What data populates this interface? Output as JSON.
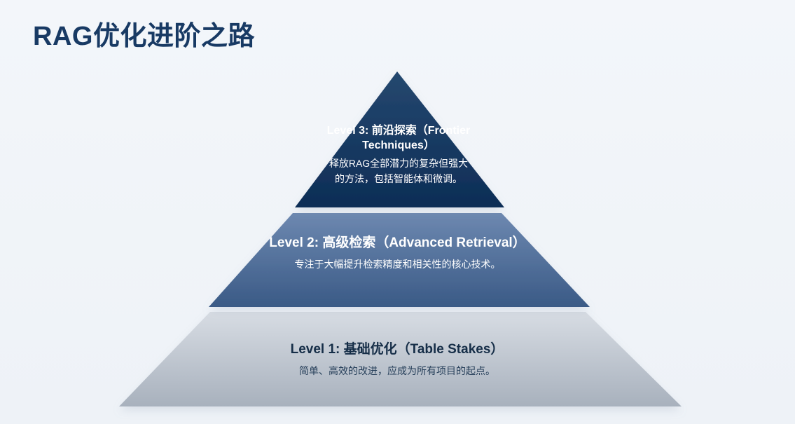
{
  "page": {
    "title": "RAG优化进阶之路"
  },
  "levels": [
    {
      "title": "Level 3: 前沿探索（Frontier Techniques）",
      "description": "释放RAG全部潜力的复杂但强大的方法，包括智能体和微调。"
    },
    {
      "title": "Level 2: 高级检索（Advanced Retrieval）",
      "description": "专注于大幅提升检索精度和相关性的核心技术。"
    },
    {
      "title": "Level 1: 基础优化（Table Stakes）",
      "description": "简单、高效的改进，应成为所有项目的起点。"
    }
  ],
  "colors": {
    "title": "#183a64",
    "level3": "#14355f",
    "level2": "#5f7ca3",
    "level1": "#b8c0ca",
    "background": "#f1f5f9"
  }
}
